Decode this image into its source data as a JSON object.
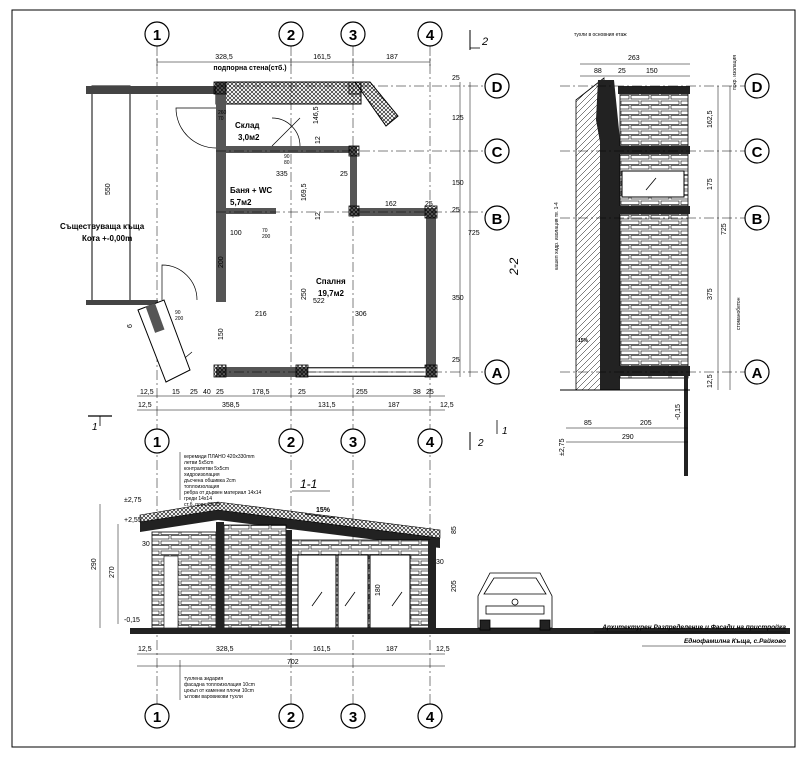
{
  "axes_top": [
    "1",
    "2",
    "3",
    "4"
  ],
  "axes_bottom": [
    "1",
    "2",
    "3",
    "4"
  ],
  "axes_side": [
    "D",
    "C",
    "B",
    "A"
  ],
  "section_label_plan": "2-2",
  "section_label_elevation": "1-1",
  "section_mark_2": "2",
  "section_mark_1": "1",
  "plan": {
    "wall_note": "подпорна стена(стб.)",
    "existing_house": "Съществуваща къща",
    "existing_level": "Кота +-0,00m",
    "rooms": [
      {
        "name": "Склад",
        "area": "3,0м2"
      },
      {
        "name": "Баня + WC",
        "area": "5,7м2"
      },
      {
        "name": "Спалня",
        "area": "19,7м2"
      }
    ],
    "dims_top": [
      "328,5",
      "161,5",
      "187"
    ],
    "dims_bottom_1": [
      "12,5",
      "15",
      "25",
      "40",
      "25",
      "178,5",
      "25",
      "255",
      "38",
      "25"
    ],
    "dims_bottom_2": [
      "12,5",
      "358,5",
      "131,5",
      "187",
      "12,5"
    ],
    "dims_right": [
      "25",
      "125",
      "150",
      "25",
      "350",
      "25"
    ],
    "dims_right_total": "725",
    "dims_left": "550",
    "inner_dims": [
      "335",
      "25",
      "162",
      "25",
      "100",
      "216",
      "306",
      "522",
      "200",
      "150",
      "12",
      "12",
      "146,5",
      "169,5",
      "250",
      "6"
    ],
    "door_tags": [
      "260",
      "70",
      "90",
      "80",
      "90",
      "200",
      "70",
      "200"
    ]
  },
  "section": {
    "top_note": "тухли в основния етаж",
    "dims_top": [
      "263",
      "88",
      "25",
      "150"
    ],
    "right_dims": [
      "162,5",
      "175",
      "725",
      "375",
      "12,5"
    ],
    "bottom_dims": [
      "85",
      "205",
      "290"
    ],
    "levels": [
      "-0,15",
      "±2,75"
    ],
    "slope": "15%",
    "left_note": "кашеп хидр. изолация тв. 1-4",
    "right_note": "покр. изолация",
    "side_note": "стоманобетон"
  },
  "elevation": {
    "layer_notes_top": [
      "керемиди ПЛАНО 420x330mm",
      "летви 5x5cm",
      "контралетви 5x5cm",
      "хидроизолация",
      "дъсчена обшивка 2cm",
      "топлоизолация",
      "ребра от дървен материал 14x14",
      "греди 14x14",
      "ст.б. пояс 25/25"
    ],
    "layer_notes_bottom": [
      "тухлена зидария",
      "фасадна топлоизолация 10cm",
      "цокъл от каменни плочи 10cm",
      "ъглови варовикови тухли"
    ],
    "slope": "15%",
    "levels": [
      "±2,75",
      "+2,55",
      "-0,15"
    ],
    "dims_left": [
      "290",
      "270"
    ],
    "dims_bottom_1": [
      "12,5",
      "328,5",
      "161,5",
      "187",
      "12,5"
    ],
    "dims_bottom_total": "702",
    "small_dims": [
      "30",
      "30",
      "85",
      "205",
      "180"
    ]
  },
  "title_block": {
    "line1": "Архитектурен Разпределение и Фасади на пристройка",
    "line2": "Еднофамилна Къща, с.Райково"
  }
}
